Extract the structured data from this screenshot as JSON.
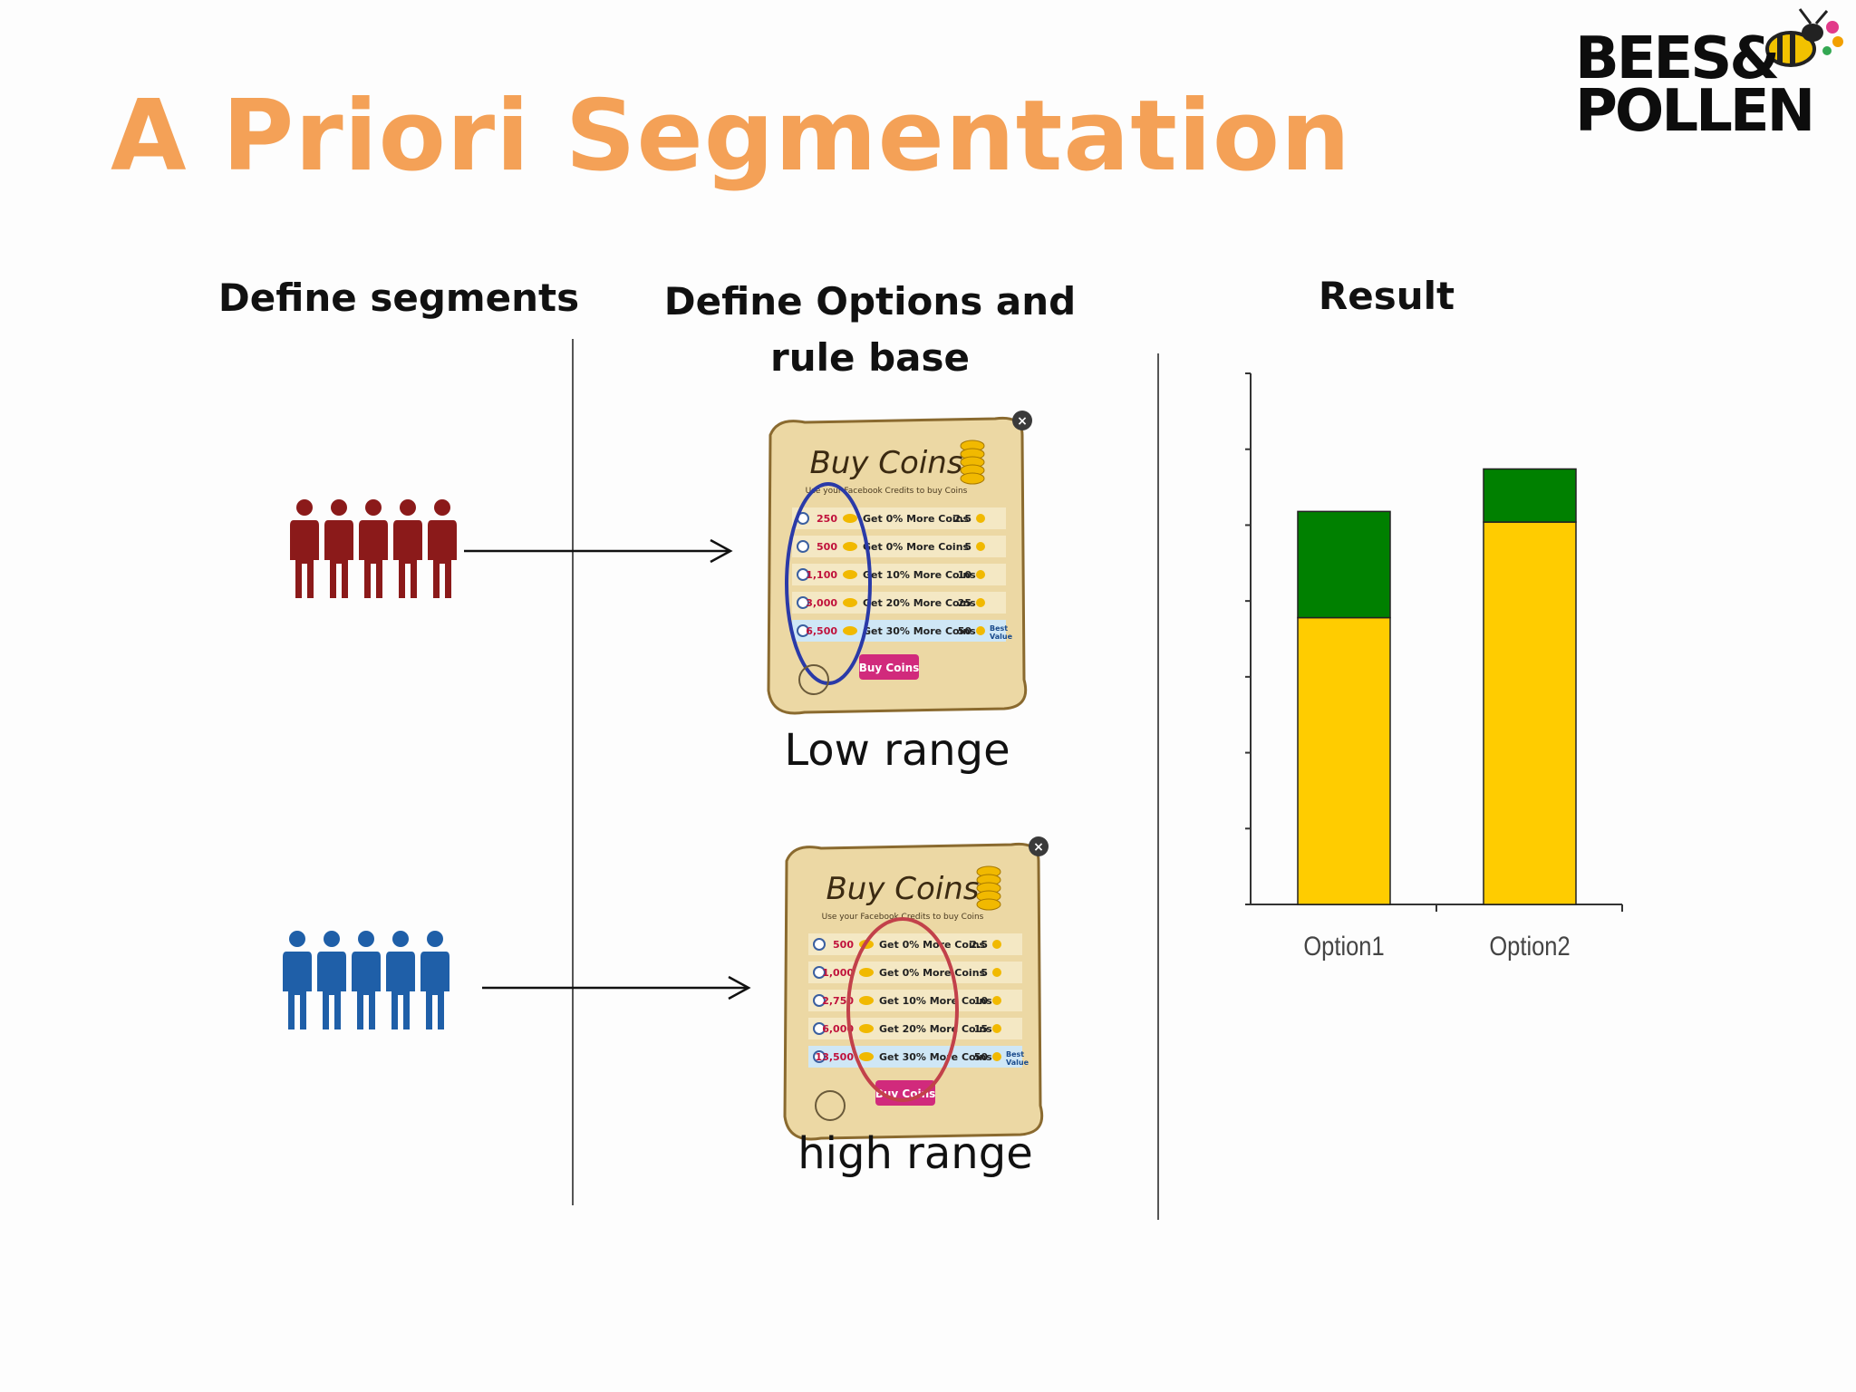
{
  "title": "A Priori Segmentation",
  "title_color": "#f4a157",
  "logo": {
    "line1": "BEES&",
    "line2": "POLLEN"
  },
  "columns": {
    "segments": "Define segments",
    "options": "Define Options and rule base",
    "result": "Result"
  },
  "segments": [
    {
      "color": "#8b1a1a",
      "count": 5,
      "target_caption": "Low range"
    },
    {
      "color": "#1f5fa8",
      "count": 5,
      "target_caption": "high range"
    }
  ],
  "coin_panels": [
    {
      "heading": "Buy Coins",
      "subheading": "Use your Facebook Credits to buy Coins",
      "rows": [
        {
          "amount": "250",
          "bonus": "Get 0% More Coins",
          "price": "2.5"
        },
        {
          "amount": "500",
          "bonus": "Get 0% More Coins",
          "price": "5"
        },
        {
          "amount": "1,100",
          "bonus": "Get 10% More Coins",
          "price": "10"
        },
        {
          "amount": "3,000",
          "bonus": "Get 20% More Coins",
          "price": "25"
        },
        {
          "amount": "6,500",
          "bonus": "Get 30% More Coins",
          "price": "50",
          "tag": "Best Value"
        }
      ],
      "button": "Buy Coins",
      "circle_color": "#2a3aa8"
    },
    {
      "heading": "Buy Coins",
      "subheading": "Use your Facebook Credits to buy Coins",
      "rows": [
        {
          "amount": "500",
          "bonus": "Get 0% More Coins",
          "price": "2.5"
        },
        {
          "amount": "1,000",
          "bonus": "Get 0% More Coins",
          "price": "5"
        },
        {
          "amount": "2,750",
          "bonus": "Get 10% More Coins",
          "price": "10"
        },
        {
          "amount": "6,000",
          "bonus": "Get 20% More Coins",
          "price": "15"
        },
        {
          "amount": "13,500",
          "bonus": "Get 30% More Coins",
          "price": "50",
          "tag": "Best Value"
        }
      ],
      "button": "Buy Coins",
      "circle_color": "#c2414a"
    }
  ],
  "chart_data": {
    "type": "bar",
    "stacked": true,
    "categories": [
      "Option1",
      "Option2"
    ],
    "series": [
      {
        "values": [
          0.54,
          0.72
        ],
        "color": "#ffcc00"
      },
      {
        "values": [
          0.2,
          0.1
        ],
        "color": "#008000"
      }
    ],
    "ylim": [
      0,
      1
    ],
    "grid": false
  }
}
